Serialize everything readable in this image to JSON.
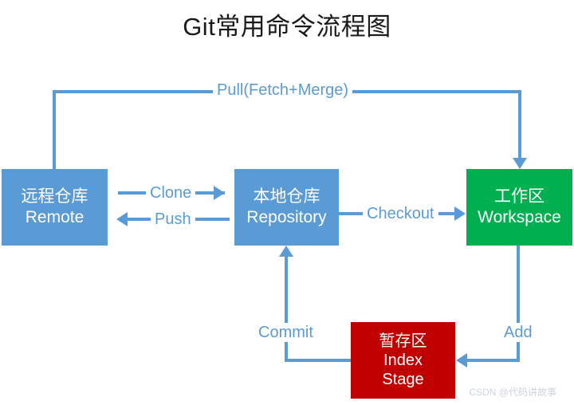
{
  "diagram": {
    "title": "Git常用命令流程图",
    "nodes": [
      {
        "id": "remote",
        "cn": "远程仓库",
        "en": "Remote",
        "color": "#5B9BD5"
      },
      {
        "id": "repository",
        "cn": "本地仓库",
        "en": "Repository",
        "color": "#5B9BD5"
      },
      {
        "id": "workspace",
        "cn": "工作区",
        "en": "Workspace",
        "color": "#00B050"
      },
      {
        "id": "index",
        "cn": "暂存区",
        "en": "Index",
        "en2": "Stage",
        "color": "#C00000"
      }
    ],
    "edges": [
      {
        "id": "pull",
        "label": "Pull(Fetch+Merge)",
        "from": "remote",
        "to": "workspace"
      },
      {
        "id": "clone",
        "label": "Clone",
        "from": "remote",
        "to": "repository"
      },
      {
        "id": "push",
        "label": "Push",
        "from": "repository",
        "to": "remote"
      },
      {
        "id": "checkout",
        "label": "Checkout",
        "from": "repository",
        "to": "workspace"
      },
      {
        "id": "add",
        "label": "Add",
        "from": "workspace",
        "to": "index"
      },
      {
        "id": "commit",
        "label": "Commit",
        "from": "index",
        "to": "repository"
      }
    ],
    "line_color": "#5B9BD5",
    "watermark": "CSDN @代码讲故事"
  }
}
